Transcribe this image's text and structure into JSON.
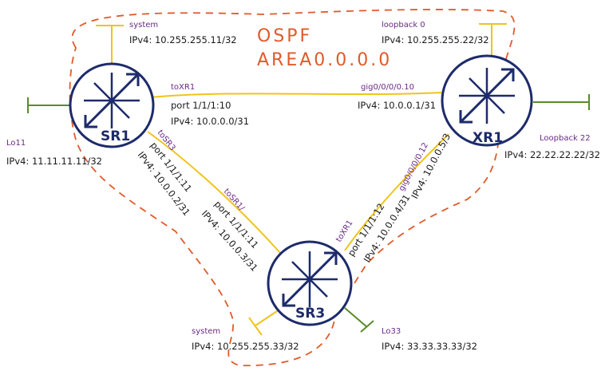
{
  "colors": {
    "router": "#1d2b6b",
    "link": "#f0c419",
    "loopback": "#5a8a2a",
    "area": "#e05a2a",
    "label_purple": "#6a2a86",
    "text": "#1a1a1a"
  },
  "area": {
    "line1": "OSPF",
    "line2": "AREA0.0.0.0"
  },
  "routers": {
    "sr1": {
      "name": "SR1",
      "system": {
        "label": "system",
        "ip": "IPv4: 10.255.255.11/32"
      },
      "lo": {
        "label": "Lo11",
        "ip": "IPv4: 11.11.11.11/32"
      }
    },
    "xr1": {
      "name": "XR1",
      "system": {
        "label": "loopback 0",
        "ip": "IPv4: 10.255.255.22/32"
      },
      "lo": {
        "label": "Loopback 22",
        "ip": "IPv4: 22.22.22.22/32"
      }
    },
    "sr3": {
      "name": "SR3",
      "system": {
        "label": "system",
        "ip": "IPv4: 10.255.255.33/32"
      },
      "lo": {
        "label": "Lo33",
        "ip": "IPv4: 33.33.33.33/32"
      }
    }
  },
  "links": {
    "sr1_xr1": {
      "sr1_if": "toXR1",
      "sr1_port": "port 1/1/1:10",
      "sr1_ip": "IPv4: 10.0.0.0/31",
      "xr1_if": "gig0/0/0/0.10",
      "xr1_ip": "IPv4: 10.0.0.1/31"
    },
    "sr1_sr3": {
      "sr1_if": "toSR3",
      "sr1_port": "port 1/1/1:11",
      "sr1_ip": "IPv4: 10.0.0.2/31",
      "sr3_if": "toSR1/",
      "sr3_port": "port 1/1/1:11",
      "sr3_ip": "IPv4: 10.0.0.3/31"
    },
    "sr3_xr1": {
      "sr3_if": "toXR1",
      "sr3_port": "port 1/1/1:12",
      "sr3_ip": "IPv4: 10.0.0.4/31",
      "xr1_if": "gig0/0/0/0.12",
      "xr1_ip": "IPv4: 10.0.0.5/3"
    }
  }
}
